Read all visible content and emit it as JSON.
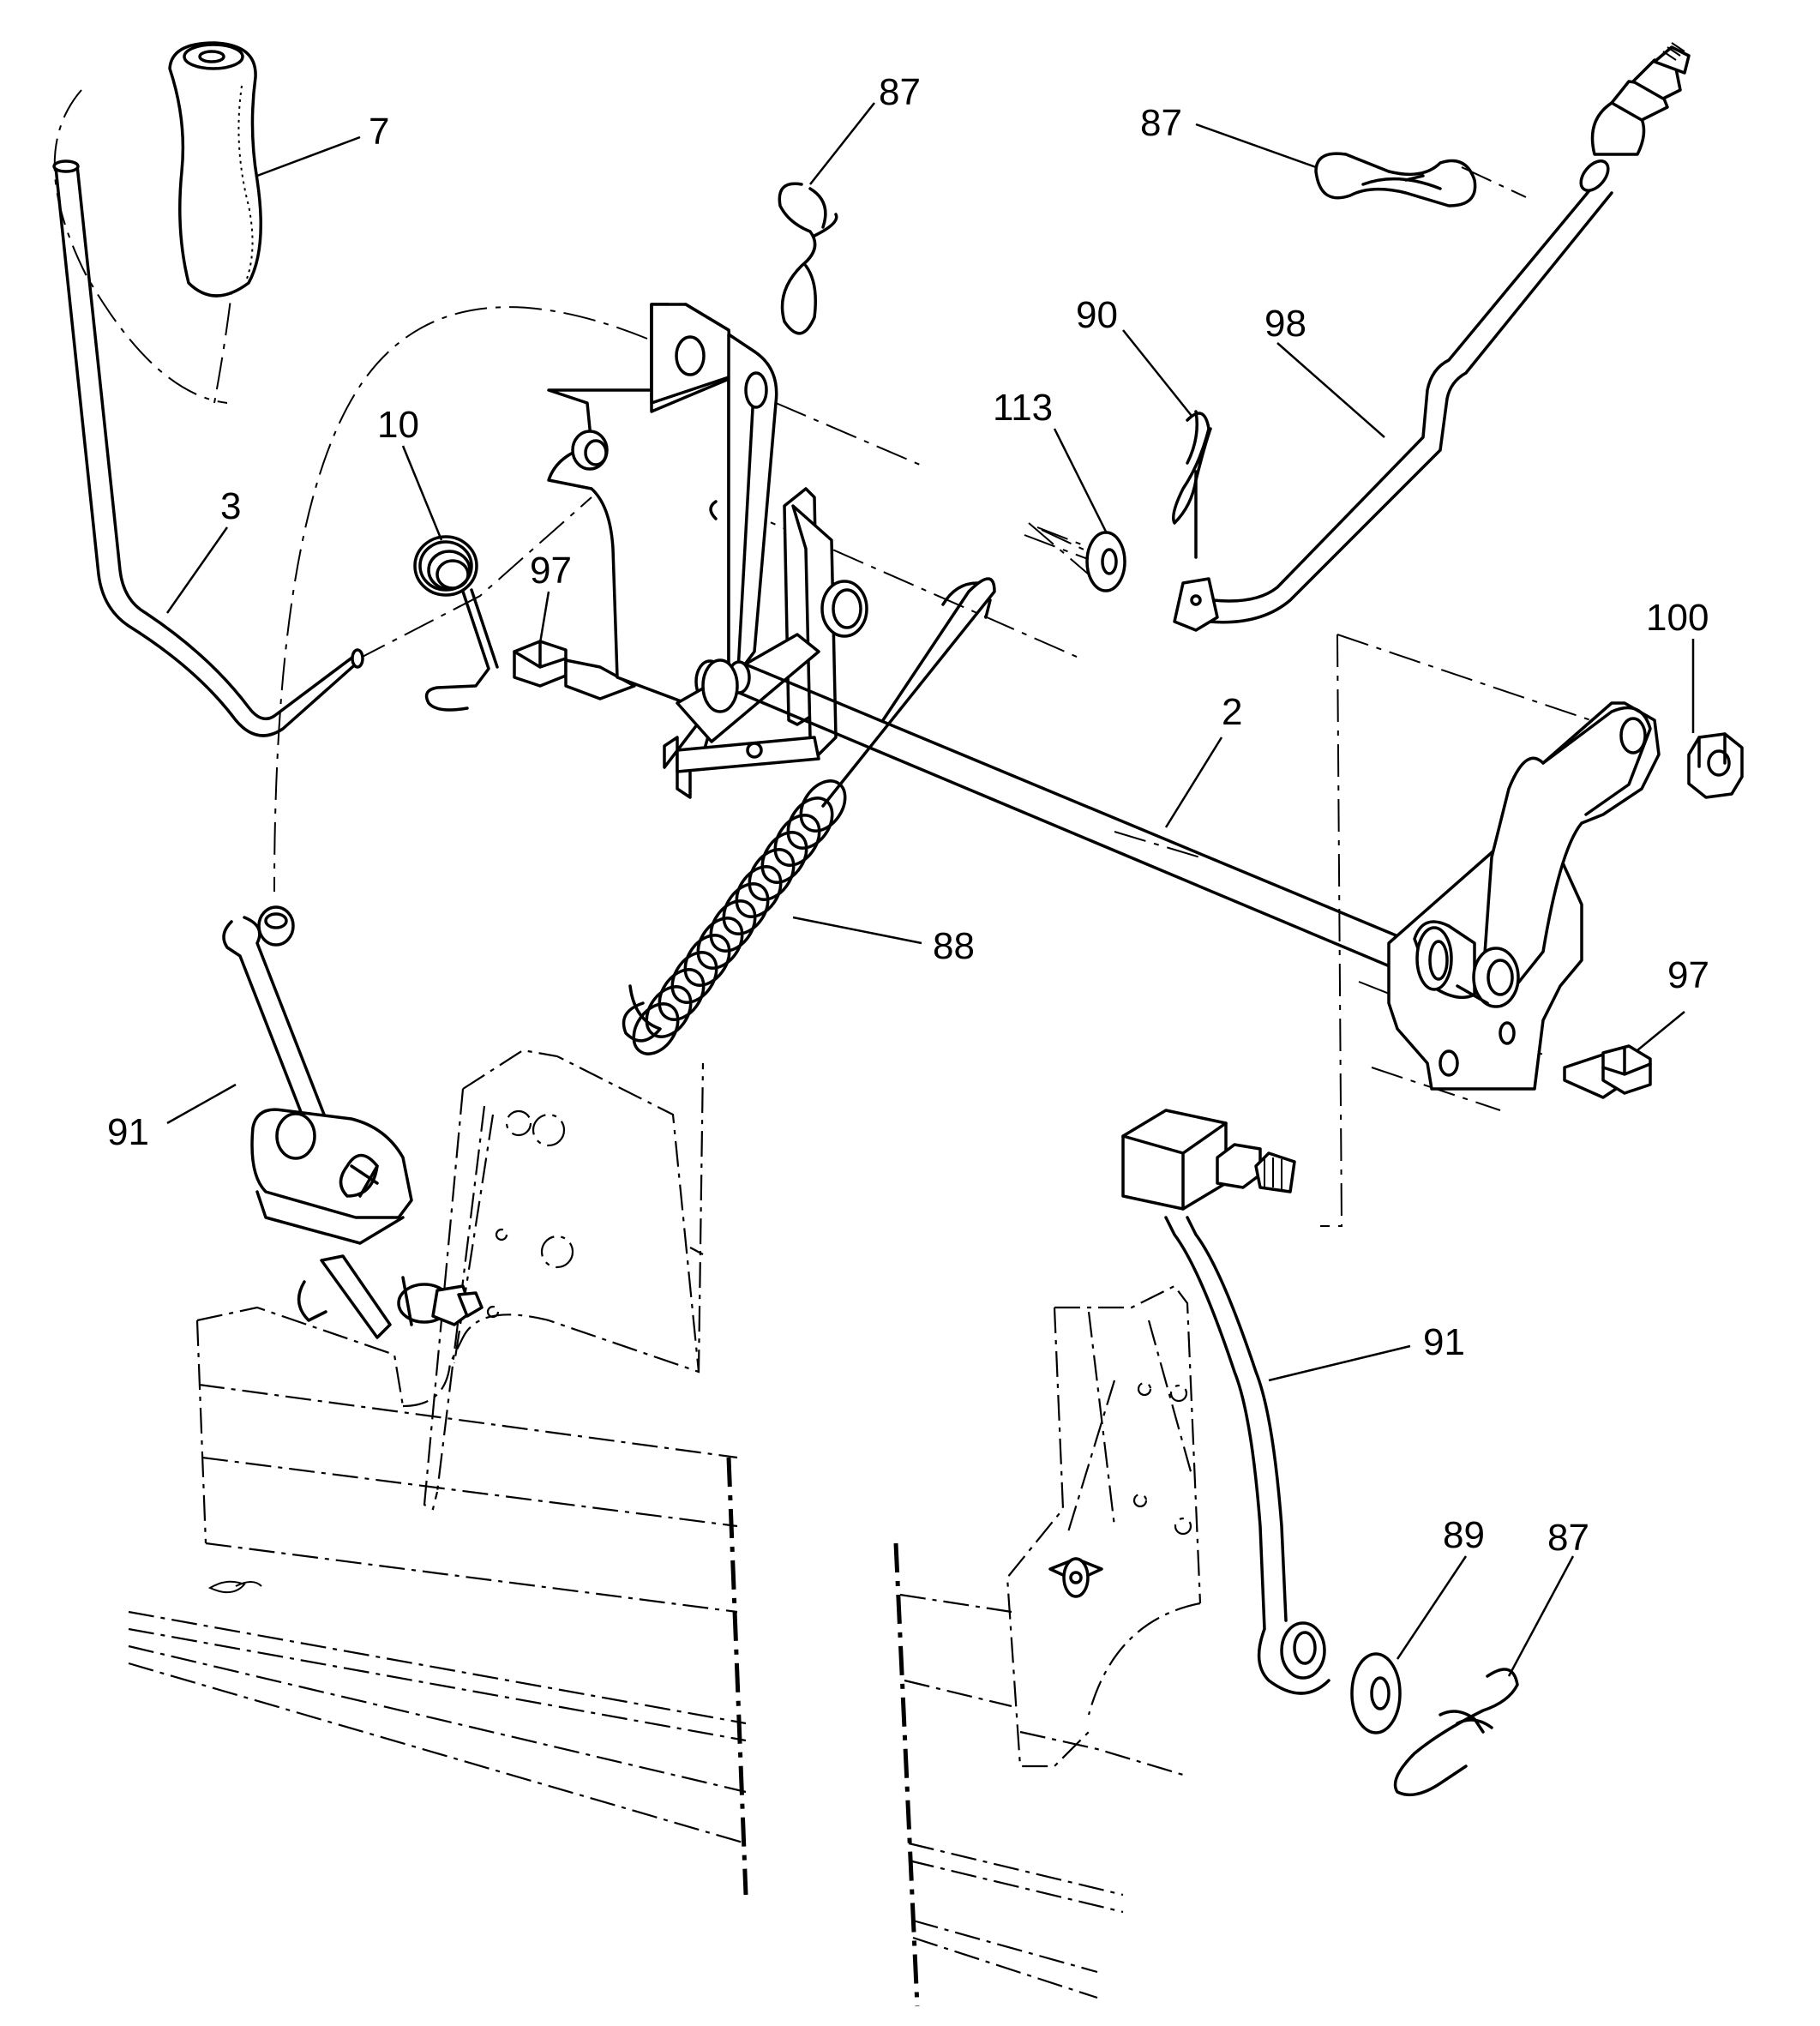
{
  "callouts": [
    {
      "id": "c7",
      "label": "7"
    },
    {
      "id": "c87a",
      "label": "87"
    },
    {
      "id": "c87b",
      "label": "87"
    },
    {
      "id": "c10",
      "label": "10"
    },
    {
      "id": "c3",
      "label": "3"
    },
    {
      "id": "c97a",
      "label": "97"
    },
    {
      "id": "c113",
      "label": "113"
    },
    {
      "id": "c90",
      "label": "90"
    },
    {
      "id": "c98",
      "label": "98"
    },
    {
      "id": "c100",
      "label": "100"
    },
    {
      "id": "c2",
      "label": "2"
    },
    {
      "id": "c88",
      "label": "88"
    },
    {
      "id": "c97b",
      "label": "97"
    },
    {
      "id": "c91a",
      "label": "91"
    },
    {
      "id": "c91b",
      "label": "91"
    },
    {
      "id": "c89",
      "label": "89"
    },
    {
      "id": "c87c",
      "label": "87"
    }
  ]
}
